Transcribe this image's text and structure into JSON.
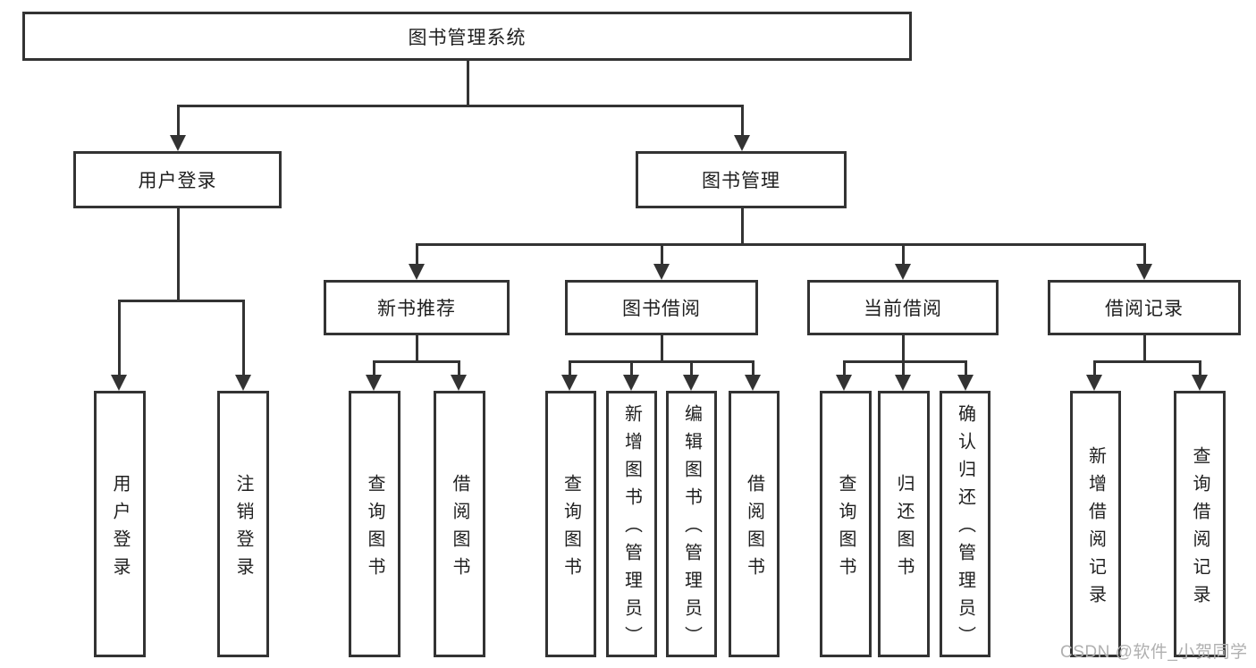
{
  "tree": {
    "root": {
      "label": "图书管理系统",
      "children": [
        {
          "label": "用户登录",
          "children": [
            {
              "label": "用户登录"
            },
            {
              "label": "注销登录"
            }
          ]
        },
        {
          "label": "图书管理",
          "children": [
            {
              "label": "新书推荐",
              "children": [
                {
                  "label": "查询图书"
                },
                {
                  "label": "借阅图书"
                }
              ]
            },
            {
              "label": "图书借阅",
              "children": [
                {
                  "label": "查询图书"
                },
                {
                  "label": "新增图书（管理员）"
                },
                {
                  "label": "编辑图书（管理员）"
                },
                {
                  "label": "借阅图书"
                }
              ]
            },
            {
              "label": "当前借阅",
              "children": [
                {
                  "label": "查询图书"
                },
                {
                  "label": "归还图书"
                },
                {
                  "label": "确认归还（管理员）"
                }
              ]
            },
            {
              "label": "借阅记录",
              "children": [
                {
                  "label": "新增借阅记录"
                },
                {
                  "label": "查询借阅记录"
                }
              ]
            }
          ]
        }
      ]
    }
  },
  "watermark": {
    "text": "CSDN @软件_小贺同学"
  },
  "colors": {
    "line": "#333333",
    "box_border": "#333333",
    "text": "#1f1f1f",
    "watermark": "#b0b0b0",
    "background": "#ffffff"
  }
}
